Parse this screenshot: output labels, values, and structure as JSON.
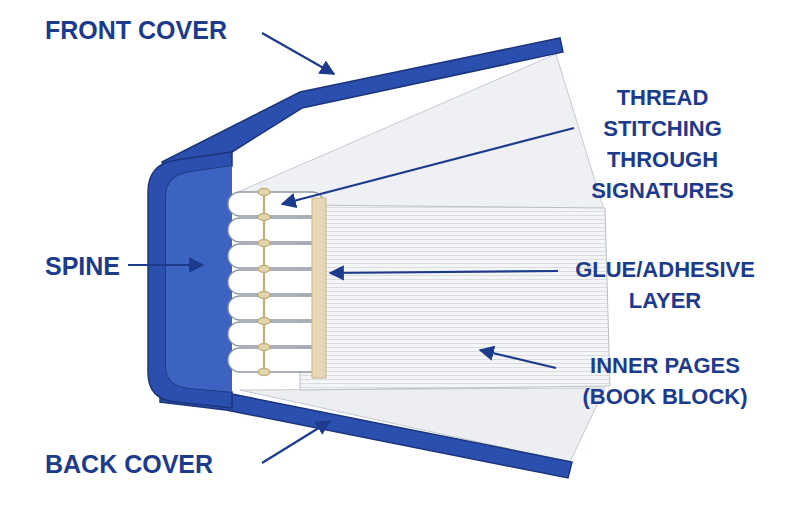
{
  "diagram": {
    "labels": [
      "FRONT COVER",
      "THREAD STITCHING THROUGH SIGNATURES",
      "SPINE",
      "GLUE/ADHESIVE LAYER",
      "INNER PAGES (BOOK BLOCK)",
      "BACK COVER"
    ]
  }
}
